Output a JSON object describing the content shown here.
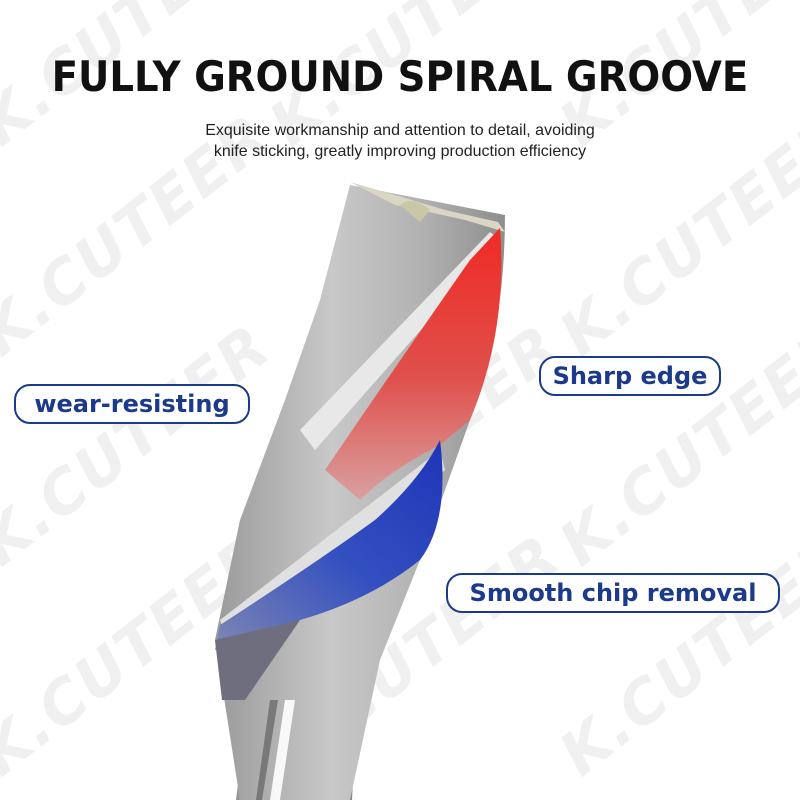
{
  "header": {
    "title": "FULLY GROUND SPIRAL GROOVE",
    "subtitle_line1": "Exquisite workmanship and attention to detail, avoiding",
    "subtitle_line2": "knife sticking, greatly improving production efficiency"
  },
  "callouts": {
    "left": "wear-resisting",
    "right_top": "Sharp edge",
    "right_bottom": "Smooth chip removal"
  },
  "watermark": "K.CUTEER",
  "colors": {
    "badge_border": "#1c3a8c",
    "badge_text": "#1c3a8c",
    "flute_red": "#e8302c",
    "flute_blue": "#2a3fb0",
    "steel": "#a9a9a9"
  }
}
